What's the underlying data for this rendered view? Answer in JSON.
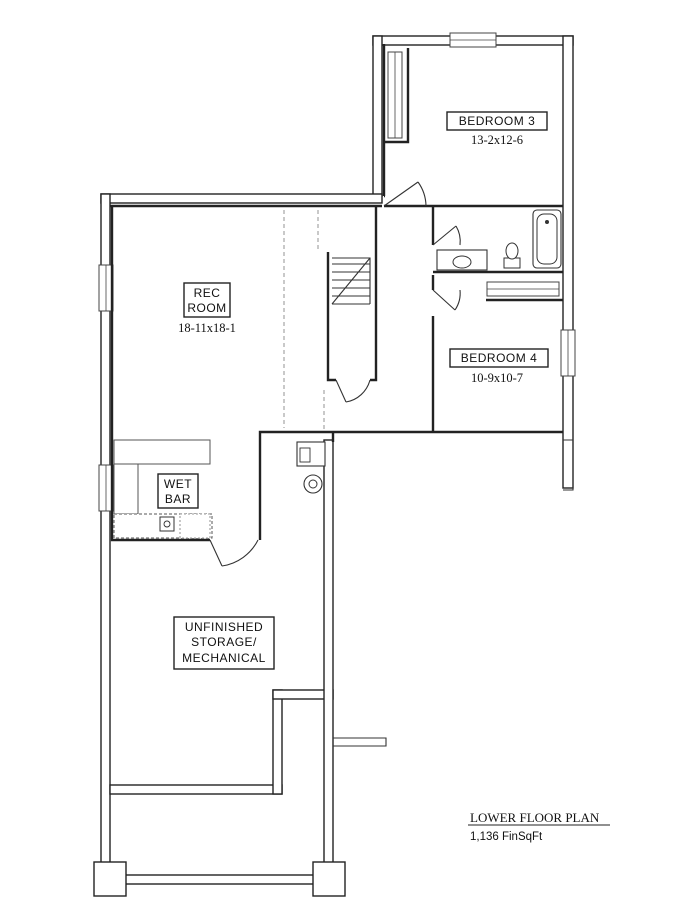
{
  "rooms": {
    "bedroom3": {
      "name": "BEDROOM 3",
      "dims": "13-2x12-6"
    },
    "rec_room": {
      "name_line1": "REC",
      "name_line2": "ROOM",
      "dims": "18-11x18-1"
    },
    "bedroom4": {
      "name": "BEDROOM 4",
      "dims": "10-9x10-7"
    },
    "wet_bar": {
      "line1": "WET",
      "line2": "BAR"
    },
    "storage": {
      "line1": "UNFINISHED",
      "line2": "STORAGE/",
      "line3": "MECHANICAL"
    }
  },
  "plan_title": {
    "title": "LOWER FLOOR PLAN",
    "area": "1,136 FinSqFt"
  }
}
